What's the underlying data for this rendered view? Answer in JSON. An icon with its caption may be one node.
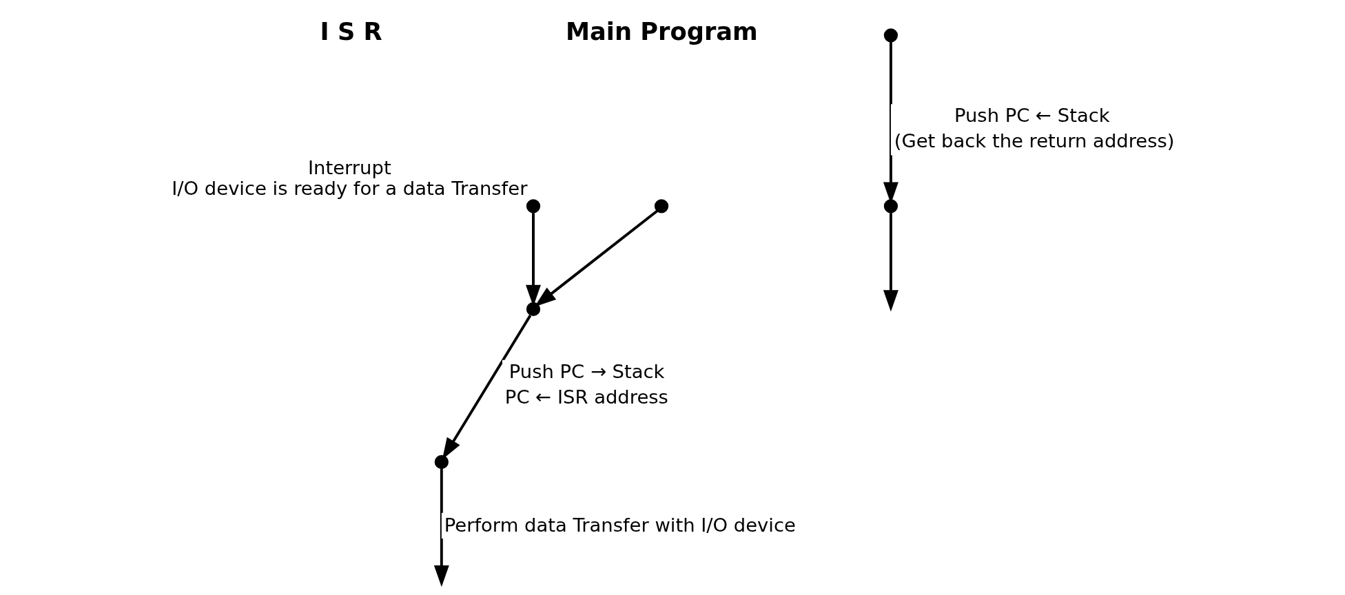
{
  "diagram": {
    "nodes": [
      {
        "text": [],
        "shape": "circle"
      },
      {
        "text": [],
        "shape": "circle",
        "beside": [
          "Interrupt",
          "I/O device is ready for a data Transfer"
        ]
      },
      {
        "text": [],
        "shape": "circle"
      },
      {
        "text": [],
        "shape": "circle"
      },
      {
        "text": [],
        "shape": "circle"
      },
      {
        "text": [],
        "shape": "circle"
      }
    ],
    "edges": [
      {
        "from": 0,
        "to": 2,
        "arrow": "to"
      },
      {
        "from": 1,
        "to": 2,
        "arrow": "to"
      },
      {
        "from": 2,
        "to": 3,
        "arrow": "to",
        "label": [
          "Push PC → Stack",
          "PC ← ISR address"
        ]
      },
      {
        "from": 3,
        "to": null,
        "arrow": "to",
        "label": [
          "Perform data Transfer with I/O device"
        ]
      },
      {
        "from": 4,
        "to": 5,
        "arrow": "to",
        "label": [
          "Push PC ← Stack",
          "(Get back the return address)"
        ]
      },
      {
        "from": 5,
        "to": null,
        "arrow": "to"
      }
    ],
    "labels": [
      "Main Program",
      "I S R"
    ]
  }
}
